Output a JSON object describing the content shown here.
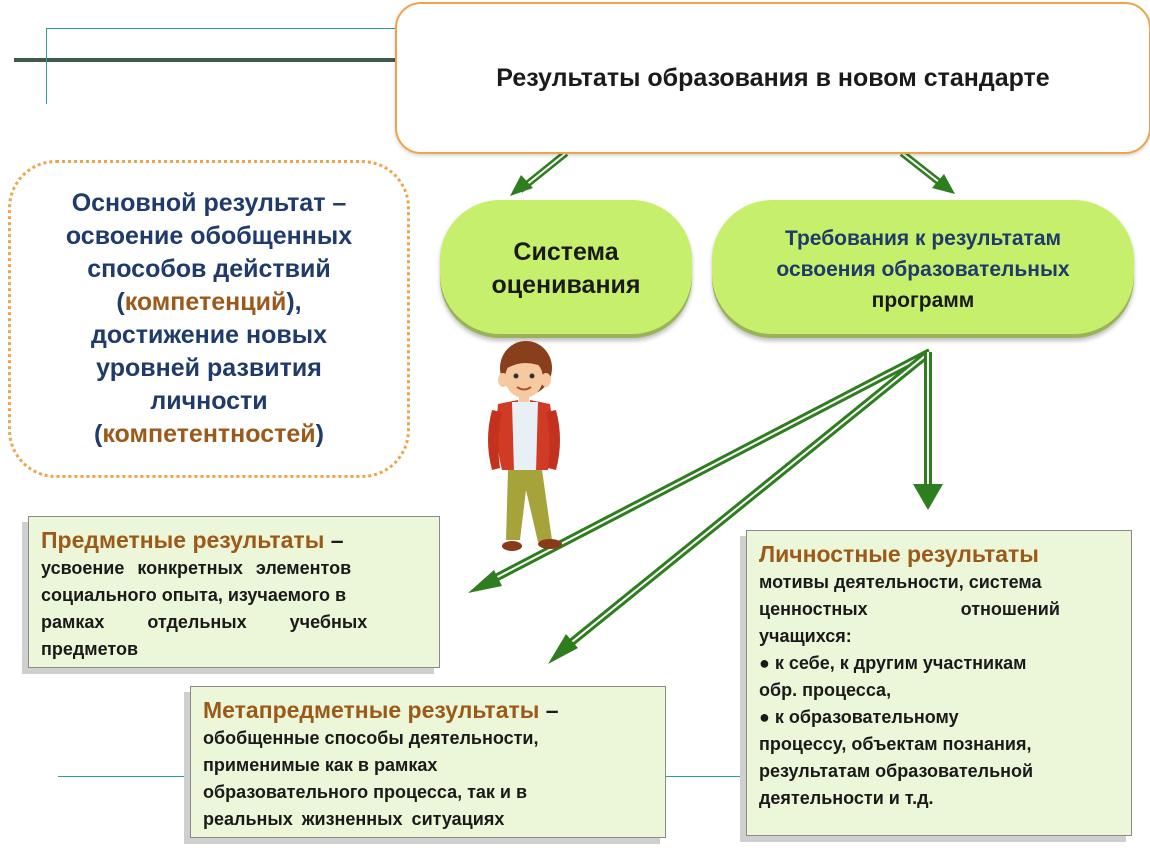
{
  "title": "Результаты образования в новом стандарте",
  "main_result": {
    "lines": [
      "Основной результат –",
      "освоение обобщенных",
      "способов действий",
      "(компетенций),",
      "достижение новых",
      "уровней развития",
      "личности",
      "(компетентностей)"
    ],
    "term1": "компетенций",
    "term2": "компетентностей"
  },
  "assessment": {
    "line1": "Система",
    "line2": "оценивания"
  },
  "requirements": {
    "line1": "Требования к результатам",
    "line2": "освоения образовательных",
    "line3": "программ"
  },
  "subject_results": {
    "heading": "Предметные результаты",
    "dash": " –",
    "lines": [
      "усвоение конкретных элементов",
      "социального опыта, изучаемого в",
      "рамках отдельных учебных",
      "предметов"
    ]
  },
  "meta_results": {
    "heading": "Метапредметные результаты",
    "dash": " –",
    "lines": [
      "обобщенные способы деятельности,",
      "применимые как в рамках",
      "образовательного процесса, так и в",
      "реальных жизненных ситуациях"
    ]
  },
  "personal_results": {
    "heading": "Личностные результаты",
    "lines": [
      "мотивы деятельности, система",
      "ценностных отношений",
      "учащихся:",
      "● к себе, к другим участникам",
      "обр. процесса,",
      "● к образовательному",
      "процессу, объектам познания,",
      "результатам образовательной",
      "деятельности и т.д."
    ]
  },
  "colors": {
    "accent_orange": "#f0a44a",
    "pill_green": "#c6f06c",
    "box_green": "#ecf7d9",
    "heading_brown": "#9c5a1a",
    "text_navy": "#1f3a6b",
    "arrow_green": "#2e7d1e",
    "deco_teal": "#2a9d9d"
  }
}
